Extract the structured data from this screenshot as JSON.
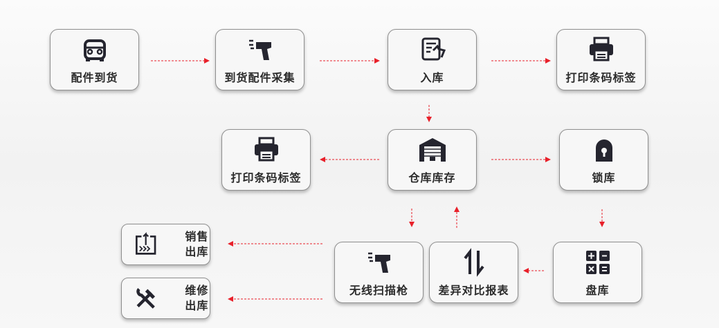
{
  "nodes": {
    "parts_arrival": "配件到货",
    "parts_collection": "到货配件采集",
    "inbound": "入库",
    "print_label_1": "打印条码标签",
    "print_label_2": "打印条码标签",
    "warehouse_stock": "仓库库存",
    "lock_stock": "锁库",
    "wireless_scanner": "无线扫描枪",
    "diff_report": "差异对比报表",
    "stocktake": "盘库",
    "sales_outbound": "销售出库",
    "repair_outbound": "维修出库"
  },
  "colors": {
    "arrow": "#e8202a",
    "icon": "#25252f"
  }
}
